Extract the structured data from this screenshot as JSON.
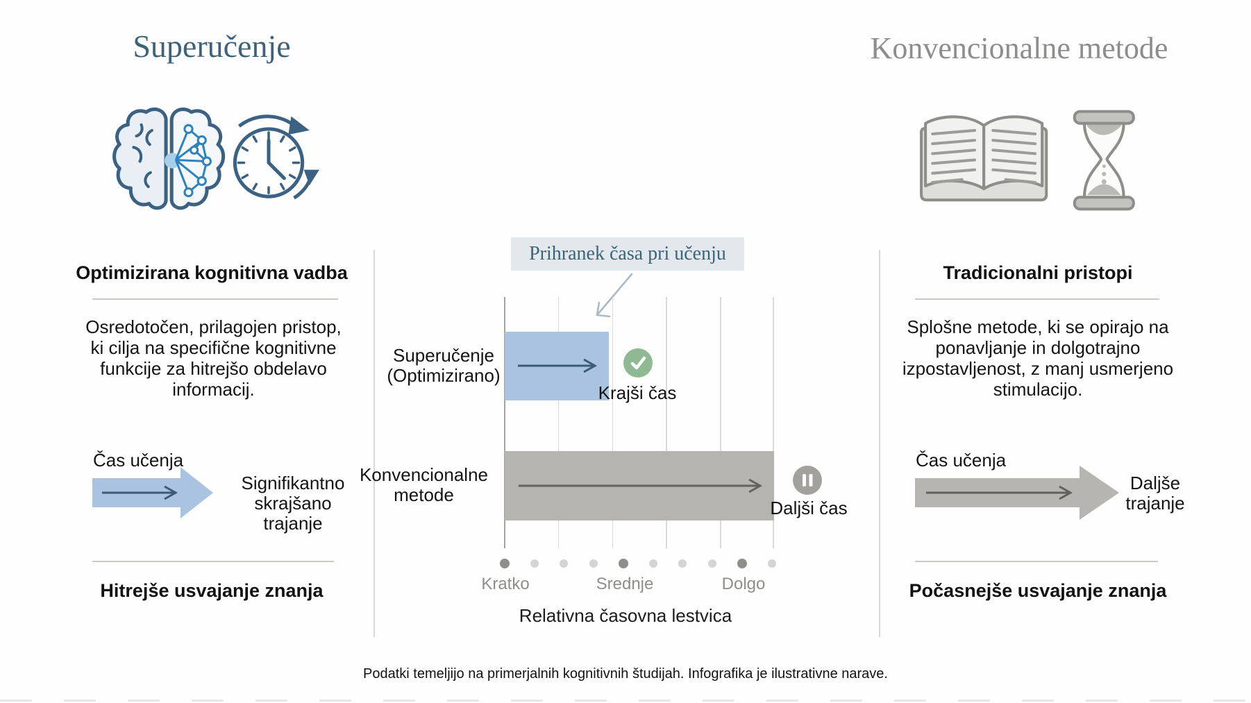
{
  "left_panel": {
    "title": "Superučenje",
    "icon": "brain-network-clock-icon",
    "heading": "Optimizirana kognitivna vadba",
    "paragraph": "Osredotočen, prilagojen pristop,\nki cilja na specifične kognitivne\nfunkcije za hitrejšo obdelavo\ninformacij.",
    "time_label": "Čas učenja",
    "arrow_caption": "Signifikantno\nskrajšano trajanje",
    "summary": "Hitrejše usvajanje znanja"
  },
  "center_panel": {
    "callout": "Prihranek časa pri učenju",
    "rows": [
      {
        "label": "Superučenje\n(Optimizirano)",
        "badge": "check",
        "caption": "Krajši čas"
      },
      {
        "label": "Konvencionalne\nmetode",
        "badge": "pause",
        "caption": "Daljši čas"
      }
    ],
    "axis_ticks": [
      "Kratko",
      "Srednje",
      "Dolgo"
    ],
    "axis_title": "Relativna časovna lestvica",
    "dots": [
      "dark",
      "light",
      "light",
      "light",
      "dark",
      "light",
      "light",
      "light",
      "dark",
      "light"
    ]
  },
  "right_panel": {
    "title": "Konvencionalne metode",
    "icon": "book-hourglass-icon",
    "heading": "Tradicionalni pristopi",
    "paragraph": "Splošne metode, ki se opirajo na\nponavljanje in dolgotrajno\nizpostavljenost, z manj usmerjeno\nstimulacijo.",
    "time_label": "Čas učenja",
    "arrow_caption": "Daljše\ntrajanje",
    "summary": "Počasnejše usvajanje znanja"
  },
  "footnote": "Podatki temeljijo na primerjalnih kognitivnih študijah. Infografika je ilustrativne narave.",
  "colors": {
    "accent_blue": "#3c6379",
    "bar_blue": "#a9c3e0",
    "bar_gray": "#b5b4b0",
    "check_green": "#8fb992",
    "pause_gray": "#a2a19d",
    "title_gray": "#8d8d8b",
    "callout_bg": "#e3e8ec"
  },
  "chart_data": {
    "type": "bar",
    "orientation": "horizontal",
    "title": "Prihranek časa pri učenju",
    "categories": [
      "Superučenje (Optimizirano)",
      "Konvencionalne metode"
    ],
    "values": [
      1.9,
      5
    ],
    "value_scale": "relative time, gridline units 0–5",
    "x_tick_labels": [
      "Kratko",
      "Srednje",
      "Dolgo"
    ],
    "xlabel": "Relativna časovna lestvica",
    "bar_annotations": [
      "Krajši čas",
      "Daljši čas"
    ],
    "bar_colors": [
      "#a9c3e0",
      "#b5b4b0"
    ],
    "grid": true,
    "legend": false
  }
}
